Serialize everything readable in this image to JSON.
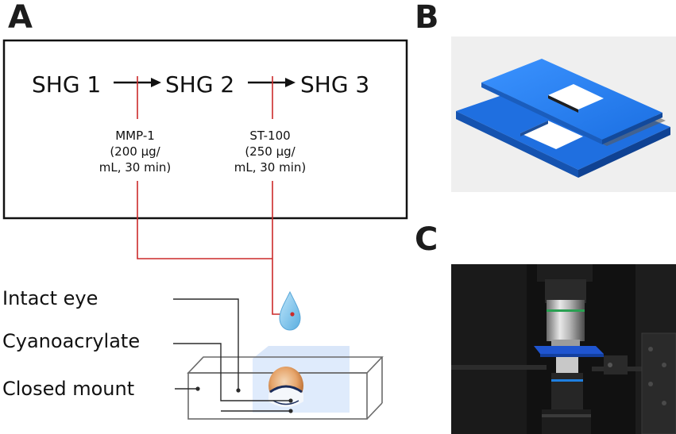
{
  "panels": {
    "a": "A",
    "b": "B",
    "c": "C"
  },
  "workflow": {
    "steps": [
      "SHG 1",
      "SHG 2",
      "SHG 3"
    ],
    "treatments": [
      {
        "name": "MMP-1",
        "line2": "(200  μg/",
        "line3": "mL, 30 min)"
      },
      {
        "name": "ST-100",
        "line2": "(250  μg/",
        "line3": "mL, 30 min)"
      }
    ]
  },
  "mount_labels": {
    "eye": "Intact eye",
    "glue": "Cyanoacrylate",
    "mount": "Closed mount"
  },
  "colors": {
    "connector": "#cc2a2a",
    "drop": "#7fc4ea",
    "mount_blue": "#1f6fe0",
    "photo_bg": "#0f0f0f"
  },
  "icons": {
    "drop": "drop-icon",
    "arrow": "arrow-right-icon"
  }
}
